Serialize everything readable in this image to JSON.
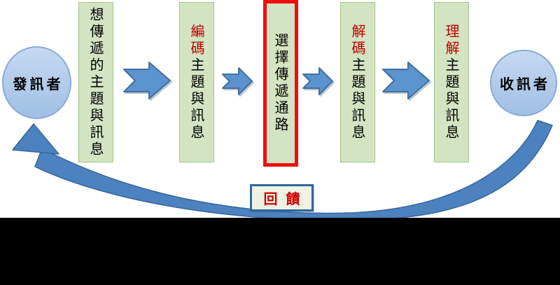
{
  "diagram": {
    "title_implicit": "communication-process-flow",
    "sender": {
      "label": "發訊者"
    },
    "receiver": {
      "label": "收訊者"
    },
    "stages": [
      {
        "highlight": "",
        "label": "想傳遞的主題與訊息",
        "border": "green"
      },
      {
        "highlight": "編碼",
        "label": "主題與訊息",
        "border": "green"
      },
      {
        "highlight": "",
        "label": "選擇傳遞通路",
        "border": "red"
      },
      {
        "highlight": "解碼",
        "label": "主題與訊息",
        "border": "green"
      },
      {
        "highlight": "理解",
        "label": "主題與訊息",
        "border": "green"
      }
    ],
    "feedback": {
      "label": "回饋"
    }
  },
  "colors": {
    "canvas-bg": "#ffffff",
    "stage-fill": "#d2e4c2",
    "stage-border": "#a4c489",
    "highlight-red": "#c00000",
    "alert-border": "#ee0f0f",
    "arrow-fill": "#5b93ce",
    "arrow-stroke": "#41719c",
    "node-top": "#c6d9f1",
    "node-bottom": "#a0bfe4",
    "node-border": "#86abdb",
    "feedback-fill": "#4c82bf",
    "feedback-stroke": "#38659a",
    "label-bg": "#eef3e4",
    "label-border": "#31679b",
    "label-text": "#d00000",
    "ink": "#000000",
    "footer-bg": "#000000"
  }
}
